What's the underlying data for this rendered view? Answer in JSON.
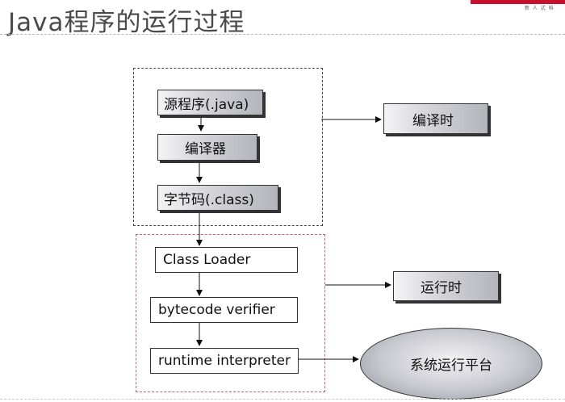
{
  "title": "Java程序的运行过程",
  "logo_text": "新 人 式 科",
  "compile_stage": {
    "source": "源程序(.java)",
    "compiler": "编译器",
    "bytecode": "字节码(.class)",
    "label": "编译时"
  },
  "runtime_stage": {
    "class_loader": "Class Loader",
    "verifier": "bytecode verifier",
    "interpreter": "runtime interpreter",
    "label": "运行时"
  },
  "platform": "系统运行平台"
}
